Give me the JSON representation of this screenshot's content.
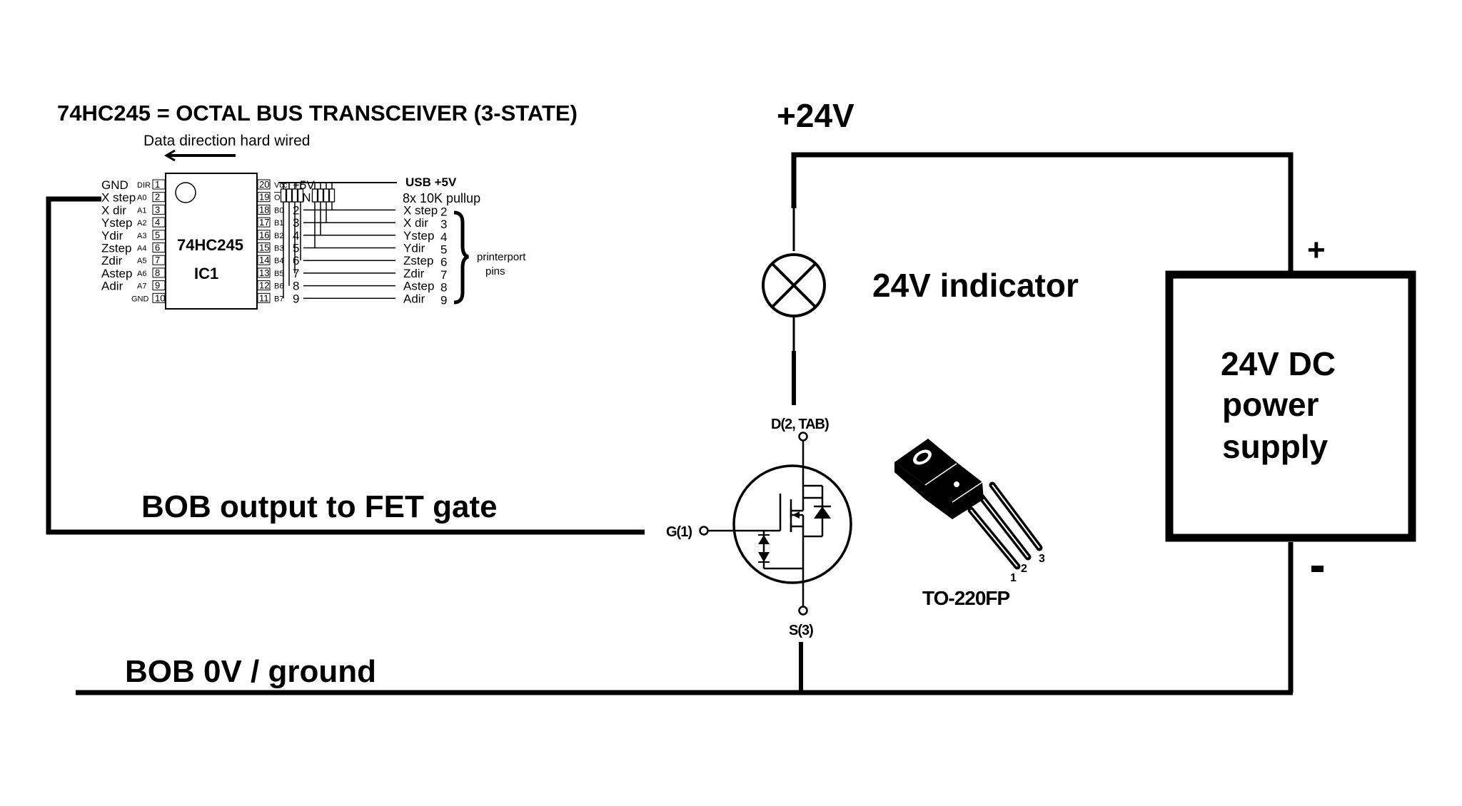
{
  "diagram": {
    "title": "74HC245 =  OCTAL BUS TRANSCEIVER (3-STATE)",
    "data_direction_note": "Data direction hard wired",
    "ic": {
      "name": "74HC245",
      "ref": "IC1",
      "left_pins": [
        {
          "signal": "GND",
          "pin_name": "DIR",
          "number": "1"
        },
        {
          "signal": "X step",
          "pin_name": "A0",
          "number": "2"
        },
        {
          "signal": "X dir",
          "pin_name": "A1",
          "number": "3"
        },
        {
          "signal": "Ystep",
          "pin_name": "A2",
          "number": "4"
        },
        {
          "signal": "Ydir",
          "pin_name": "A3",
          "number": "5"
        },
        {
          "signal": "Zstep",
          "pin_name": "A4",
          "number": "6"
        },
        {
          "signal": "Zdir",
          "pin_name": "A5",
          "number": "7"
        },
        {
          "signal": "Astep",
          "pin_name": "A6",
          "number": "8"
        },
        {
          "signal": "Adir",
          "pin_name": "A7",
          "number": "9"
        },
        {
          "signal": "",
          "pin_name": "GND",
          "number": "10"
        }
      ],
      "right_pins": [
        {
          "number": "20",
          "pin_name": "Vcc",
          "net": "+5V"
        },
        {
          "number": "19",
          "pin_name": "OE",
          "net": "GND"
        },
        {
          "number": "18",
          "pin_name": "B0",
          "net": "2"
        },
        {
          "number": "17",
          "pin_name": "B1",
          "net": "3"
        },
        {
          "number": "16",
          "pin_name": "B2",
          "net": "4"
        },
        {
          "number": "15",
          "pin_name": "B3",
          "net": "5"
        },
        {
          "number": "14",
          "pin_name": "B4",
          "net": "6"
        },
        {
          "number": "13",
          "pin_name": "B5",
          "net": "7"
        },
        {
          "number": "12",
          "pin_name": "B6",
          "net": "8"
        },
        {
          "number": "11",
          "pin_name": "B7",
          "net": "9"
        }
      ]
    },
    "usb_label": "USB +5V",
    "pullup_label": "8x 10K pullup",
    "printerport_outputs": [
      {
        "signal": "X step",
        "pin": "2"
      },
      {
        "signal": "X dir",
        "pin": "3"
      },
      {
        "signal": "Ystep",
        "pin": "4"
      },
      {
        "signal": "Ydir",
        "pin": "5"
      },
      {
        "signal": "Zstep",
        "pin": "6"
      },
      {
        "signal": "Zdir",
        "pin": "7"
      },
      {
        "signal": "Astep",
        "pin": "8"
      },
      {
        "signal": "Adir",
        "pin": "9"
      }
    ],
    "printerport_label_line1": "printerport",
    "printerport_label_line2": "pins",
    "supply_rail_label": "+24V",
    "lamp_label": "24V indicator",
    "psu": {
      "line1": "24V DC",
      "line2": "power",
      "line3": " supply",
      "plus": "+",
      "minus": "-"
    },
    "fet": {
      "drain_label": "D(2, TAB)",
      "gate_label": "G(1)",
      "source_label": "S(3)"
    },
    "package": {
      "label": "TO-220FP",
      "pins": [
        "1",
        "2",
        "3"
      ]
    },
    "gate_wire_label": "BOB output to FET gate",
    "ground_label": "BOB 0V  / ground"
  }
}
